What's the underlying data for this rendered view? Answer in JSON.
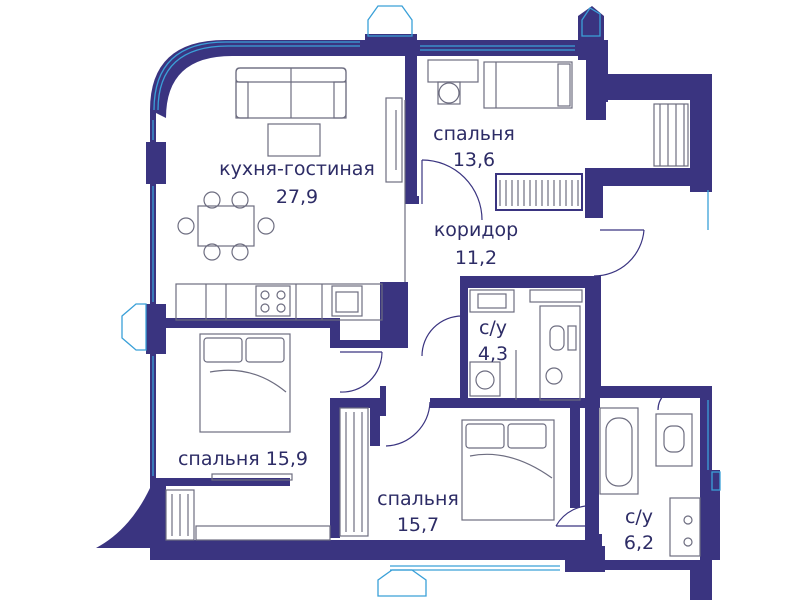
{
  "plan": {
    "rooms": [
      {
        "id": "kitchen-living",
        "name": "кухня-гостиная",
        "area": "27,9"
      },
      {
        "id": "bedroom-1",
        "name": "спальня",
        "area": "13,6"
      },
      {
        "id": "corridor",
        "name": "коридор",
        "area": "11,2"
      },
      {
        "id": "bathroom-1",
        "name": "с/у",
        "area": "4,3"
      },
      {
        "id": "bedroom-2",
        "name": "спальня 15,9",
        "area": ""
      },
      {
        "id": "bedroom-3",
        "name": "спальня",
        "area": "15,7"
      },
      {
        "id": "bathroom-2",
        "name": "с/у",
        "area": "6,2"
      }
    ],
    "colors": {
      "wall": "#3a3480",
      "window": "#3aa0d8",
      "furniture": "#6d6d80",
      "text": "#2d2c66",
      "background": "#ffffff"
    }
  }
}
